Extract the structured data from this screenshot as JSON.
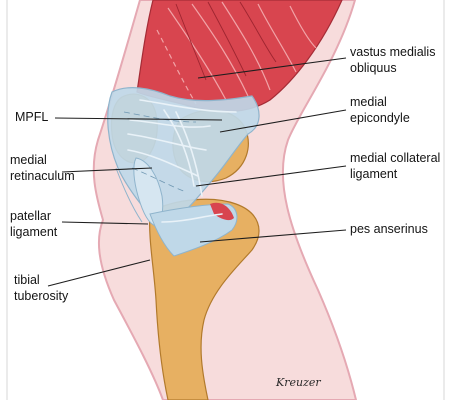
{
  "labels": {
    "mpfl": "MPFL",
    "medial_retinaculum": [
      "medial",
      "retinaculum"
    ],
    "patellar_ligament": [
      "patellar",
      "ligament"
    ],
    "tibial_tuberosity": [
      "tibial",
      "tuberosity"
    ],
    "vastus_medialis_obliquus": [
      "vastus medialis",
      "obliquus"
    ],
    "medial_epicondyle": [
      "medial",
      "epicondyle"
    ],
    "medial_collateral_ligament": [
      "medial collateral",
      "ligament"
    ],
    "pes_anserinus": "pes anserinus"
  },
  "signature": "Kreuzer",
  "colors": {
    "skin": "#f7dcdc",
    "skin_outline": "#e5a9b3",
    "muscle": "#d8454f",
    "muscle_light": "#ec8a8e",
    "ligament": "#bfd8e8",
    "ligament_white": "#e9f2f8",
    "bone": "#e7b062",
    "bone_light": "#f0c98a",
    "leader_line": "#1e1e1e"
  }
}
